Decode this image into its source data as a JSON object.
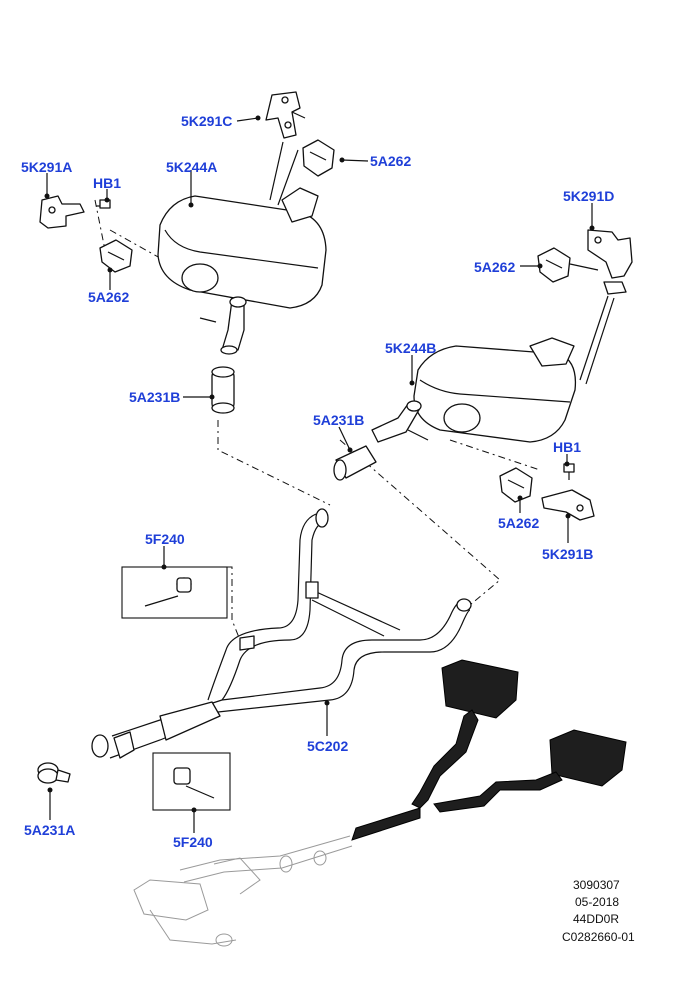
{
  "labels": {
    "5k291c": "5K291C",
    "5a262_top": "5A262",
    "5k244a": "5K244A",
    "5k291a": "5K291A",
    "hb1_left": "HB1",
    "5a262_left": "5A262",
    "5k291d": "5K291D",
    "5a262_right": "5A262",
    "5k244b": "5K244B",
    "5a231b_left": "5A231B",
    "5a231b_right": "5A231B",
    "hb1_right": "HB1",
    "5a262_low": "5A262",
    "5k291b": "5K291B",
    "5f240_top": "5F240",
    "5c202": "5C202",
    "5a231a": "5A231A",
    "5f240_bottom": "5F240"
  },
  "info_block": [
    "3090307",
    "05-2018",
    "44DD0R",
    "C0282660-01"
  ],
  "colors": {
    "label": "#1f3fd8",
    "line": "#111111",
    "overview_dark": "#1e1e1e",
    "overview_grey": "#9a9a9a"
  }
}
